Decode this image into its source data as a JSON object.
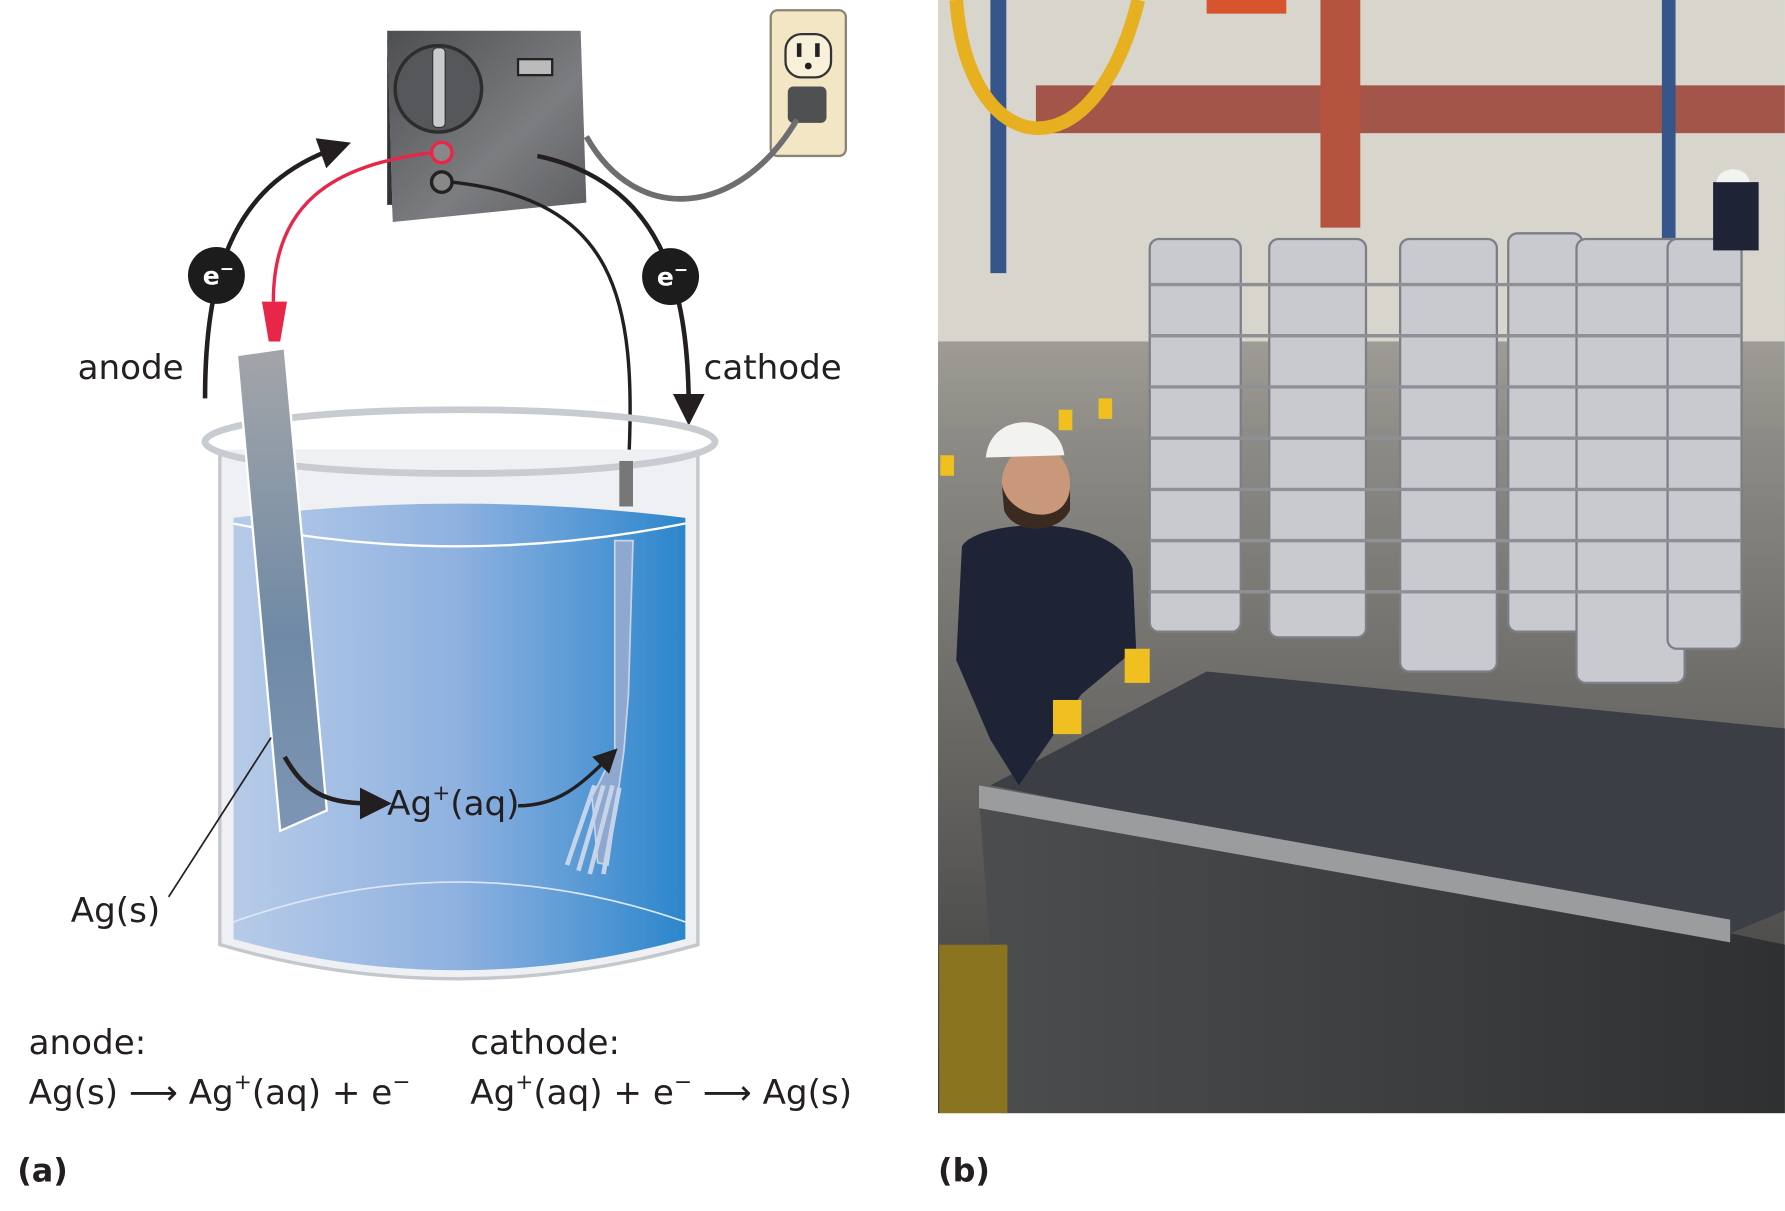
{
  "panel_a": {
    "label": "(a)",
    "electron_symbol": "e",
    "electron_charge": "−",
    "anode_label": "anode",
    "cathode_label": "cathode",
    "silver_solid_label": "Ag(s)",
    "ion_label": "Ag",
    "ion_charge": "+",
    "ion_state": "(aq)",
    "anode_equation": {
      "title": "anode:",
      "reactant": "Ag(s)",
      "arrow": "⟶",
      "product_ion": "Ag",
      "product_charge": "+",
      "product_rest": "(aq) + e",
      "electron_charge": "−"
    },
    "cathode_equation": {
      "title": "cathode:",
      "reactant_ion": "Ag",
      "reactant_charge": "+",
      "reactant_rest": "(aq) + e",
      "electron_charge": "−",
      "arrow": "⟶",
      "product": "Ag(s)"
    }
  },
  "panel_b": {
    "label": "(b)"
  },
  "colors": {
    "solution": "#4a8fd6",
    "power_box": "#5f6062",
    "red_wire": "#e8264a",
    "outlet": "#f3e6c4"
  }
}
